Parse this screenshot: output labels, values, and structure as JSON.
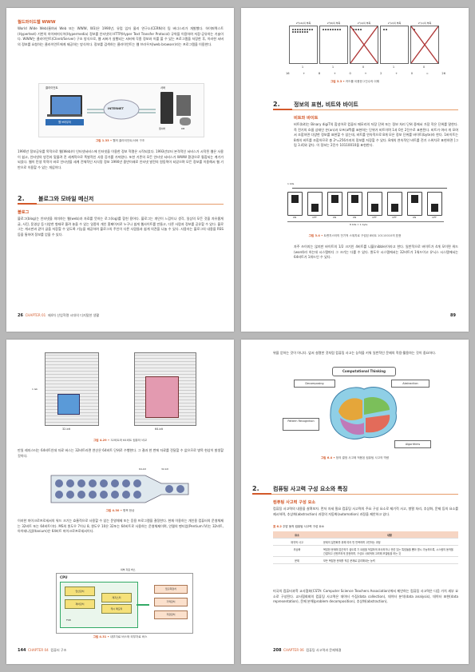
{
  "p1": {
    "sub1": "월드와이드웹 WWW",
    "body1": "World Wide Web(줄여서 Web 또는 WWW, W3)은 1990년, 유럽 입자 물리 연구소(CERN)의 팀 버너스리가 개발했다. 하이퍼텍스트(Hypertext) 기반의 하이퍼미디어(Hypermedia) 정보를 인터넷의 HTTP(Hyper Text Transfer Protocol) 규약을 이용하여 저장·공유하는 기술이다. WWW는 클라이언트(Client/Server) 구조 방식으로, 웹 서버가 실행되는 서버에 각종 정보와 이를 볼 수 있는 프로그램을 저장한 후, 이러한 서버의 정보를 요청하는 클라이언트에게 제공하는 방식이다. 정보를 검색하는 클라이언트는 웹 브라우저(web browser)라는 프로그램을 이용한다.",
    "fig_client": "클라이언트",
    "fig_client_sub": "웹 브라우저",
    "fig_internet": "INTERNET",
    "fig_server": "서버",
    "fig_server_sub": "웹서버",
    "fig_db": "DB",
    "fig_cap_label": "그림 1.33 •",
    "fig_cap_text": "웹의 클라이언트/서버 구조",
    "body2": "1990년 정보공유를 목적으로 웹(Web)이 인터넷서비스에 인터넷을 이용한 정보 혁명은 시작되었다. 1993년부터 본격적인 서비스가 시작된 웹은 사용이 쉽고, 인터넷의 방전과 맞물려 전 세계적으로 폭발적인 사용 증가를 가져왔다. 또한 기존의 모든 인터넷 서비스가 WWW 환경으로 통합되는 계기가 되었다. 웹이 탄생 목적이 바로 인터넷을 세계 전체적인 지식망 정보 1990년 중반이래로 인터넷 발전의 원동력이 되었으며 모든 정보를 이용해서 웹 기반으로 이용할 수 있는 개념이다.",
    "sec_num": "2.",
    "sec_title": "블로그와 모바일 메신저",
    "sub2": "블로그",
    "body3": "블로그(blog)는 인터넷을 의미하는 웹(web)과 자료를 뜻하는 로그(log)를 합친 용어다. 블로그는 개인이 느낌이나 생각, 일상의 모든 것을 자유롭게 글, 사진, 동영상 등 다양한 형태로 올려 놓을 수 있는 일종의 개인 홈페이지로 누구나 쉽게 웹사이트를 만들고, 다른 사람과 정보를 공유할 수 있다. 블로그는 게시판과 같이 글을 저장할 수 있도록 기능을 제공하여 블로그의 주인이 다른 사람들과 쉽게 의견을 나눌 수 있다. 사용자는 블로그의 내용을 RSS 등을 통하여 정보를 얻을 수 있다.",
    "page_no": "26",
    "chapter": "CHAPTER 01",
    "chapter_title": "제4차 산업혁명 시대의 디지털한 생활"
  },
  "p2": {
    "card_titles": [
      "2⁴(16)의 부족",
      "2³(8)의 부족",
      "2²(4)의 부족",
      "2¹(2)의 부족",
      "2⁰(1)의 부족"
    ],
    "bits_row1": [
      "1",
      "1",
      "0",
      "1",
      "0"
    ],
    "bits_row2": [
      "16",
      "+",
      "8",
      "+",
      "0",
      "+",
      "2",
      "+",
      "0",
      "=",
      "26"
    ],
    "fig1_cap_label": "그림 3.3 •",
    "fig1_cap_text": "카드를 이용한 2진수의 이해",
    "sec_num": "2.",
    "sec_title": "정보의 표현, 비트와 바이트",
    "sub1": "비트와 바이트",
    "body1": "비트(bit)는 Binary digiT의 합성어로 컴퓨터 메모리의 저장 단위 또는 정보 처리 단위 중에서 가장 작은 단위를 말한다. 즉 전기의 흐름 상태인 온(on)과 오프(off)를 표현하는 단위가 비트이며 1과 0인 2진수로 표현된다. 비트가 여러 개 모여서 조합하면 다양한 정보를 표현할 수 있는데, 비트를 연속적으로 8개 모은 정보 단위를 바이트(byte)라 한다. 1바이트는 8개의 비트를 조합하므로 총 2⁸=256가지의 정보를 저장할 수 있다. 8개의 연속적인 비트를 전기 스위치로 표현하면 [그림 3.4]와 같다. 이 정보는 2진수 10110010을 표현한다.",
    "onebit_label": "1 bits",
    "switch_labels": [
      "ON",
      "OFF",
      "ON",
      "ON",
      "OFF",
      "OFF",
      "ON",
      "OFF"
    ],
    "bits_byte": "8 bits = 1 byte",
    "fig2_cap_label": "그림 3.4 •",
    "fig2_cap_text": "트랜지스터의 전기적 스위치로 구성된 8비트 10110010의 표현",
    "body2": "자주 쓰이지는 않지만 바이트의 1/2 크기인 4비트를 니블(nibble)이라고 한다. 일반적으로 바이트가 4개 모이면 워드(word)라 하는데 시스템마다 그 크기는 다를 수 있다. 윈도우 시스템에서는 32비트가 1워드이고 유닉스 시스템에서는 64비트가 1워드인 수 있다.",
    "page_no": "89"
  },
  "p3": {
    "fig1_label_a": "32-bit",
    "fig1_label_b": "64-bit",
    "fig1_side": "1 Gb",
    "fig1_cap_label": "그림 4.29 •",
    "fig1_cap_text": "32비트와 64비트 컴퓨터 비교",
    "body1": "만일 레지스터는 64비트인데 자료 버스는 32비트라면 연산은 64비트 단위로 수행한다. 그 결과 한 번에 자료를 전달할 수 없으므로 병목 현상이 발생할 것이다.",
    "fig2_label_a": "64-bit",
    "fig2_label_b": "32-bit",
    "fig2_cap_label": "그림 4.30 •",
    "fig2_cap_text": "병목 현상",
    "body2": "이러한 마이크로프로세서의 워드 크기는 효율적으로 사용할 수 있는 운영체제 또는 응용 프로그램을 결정한다. 현재 이용하는 개인용 컴퓨터의 운영체제는 32비트 또는 64비트이다. MS의 윈도우 7이나 8, 윈도우 10은 32또는 64비트로 사용하는 운영체제이며, 인텔의 펜티엄(Pentium IV)는 32비트, 아이테니엄(Itanium)은 64비트 마이크로프로세서이다.",
    "fig3_cpu": "CPU",
    "fig3_bus": "외부 자료 버스",
    "fig3_boxes": [
      "연산장치",
      "제어장치",
      "레지스터",
      "캐시 메모리"
    ],
    "fig3_right": [
      "입출력장치",
      "기억장치",
      "저장장치"
    ],
    "fig3_fsb": "FSB",
    "fig3_cap_label": "그림 4.31 •",
    "fig3_cap_text": "내부자료 버스와 외부자료 버스",
    "page_no": "144",
    "chapter": "CHAPTER 04",
    "chapter_title": "컴퓨터 구조"
  },
  "p4": {
    "body1": "위을 얻하는 것이 아니다. 앞서 설명한 것처럼 컴퓨팅 사고는 능력을 키워 일반적인 문제의 적용·활용하는 것이 중요하다.",
    "ct_title": "Computational Thinking",
    "ct_items": [
      "Decomposing",
      "Abstraction",
      "Pattern Recognition",
      "Algorithms"
    ],
    "fig_cap_label": "그림 6.4 •",
    "fig_cap_text": "정의 결정 사고에 적용된 컴퓨팅 사고의 역량",
    "sec_num": "2.",
    "sec_title": "컴퓨팅 사고력 구성 요소와 특징",
    "sub1": "컴퓨팅 사고력 구성 요소",
    "body2": "컴퓨팅 사고력의 내용을 살펴보자. 먼저 자세 필요 컴퓨팅 사고력의 주요 구성 요소로 제기적 사고, 병렬 처리, 추상화, 문제 등의 요소를 제시하며, 추상화(abstraction) 과정의 자동화(automation) 과정을 제안하고 있다.",
    "tbl_cap_label": "표 6.2",
    "tbl_cap_text": "주방 동작 컴퓨팅 사고력 구성 요소",
    "tbl_head": [
      "요소",
      "내용"
    ],
    "tbl_rows": [
      [
        "재귀적 사고",
        "문제의 일반화를 위해 여러 번 반복하며 고민하는 과정"
      ],
      [
        "추상화",
        "복잡한 문제에 접근하기 쉽도록 기 요점을 적절하게 묘사하거나 관련 있는 특징들을 뽑아 명시 가능하도록, 시스템의 동작을 간결하고 컨텐츠하게 표현하며, 구성요 사회적에 고려해 모델링을 하는 것"
      ],
      [
        "문제",
        "모든 복잡한 문제를 작은 문제로 분리해내는 능력"
      ]
    ],
    "body3": "미국의 컴퓨터과학 교사협회(CSTA: Computer Science Teachers Association)에서 제안하는 컴퓨팅 사고력은 다음 가치 세부 요소로 구성된다. 교사협회회의 컴퓨팅 사고력은 데이터 수집(data collection), 데이터 분석(data analysis), 데이터 표현(data representation), 문제 분해(problem decomposition), 추상화(abstraction),",
    "page_no": "208",
    "chapter": "CHAPTER 06",
    "chapter_title": "컴퓨팅 사고력과 문제해결"
  }
}
